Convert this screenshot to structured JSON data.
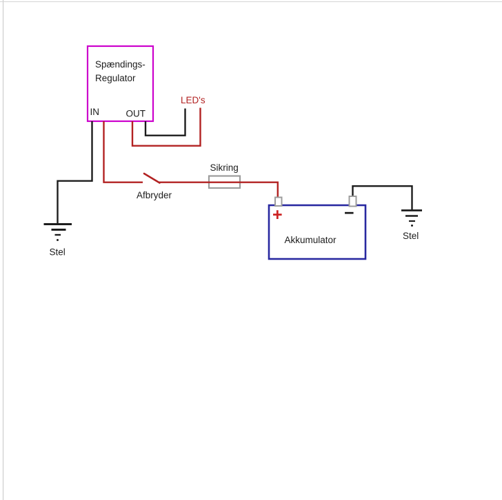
{
  "diagram": {
    "type": "circuit-schematic",
    "labels": {
      "regulator_line1": "Spændings-",
      "regulator_line2": "Regulator",
      "in": "IN",
      "out": "OUT",
      "leds": "LED's",
      "fuse": "Sikring",
      "switch": "Afbryder",
      "battery": "Akkumulator",
      "plus": "+",
      "minus": "−",
      "ground_left": "Stel",
      "ground_right": "Stel"
    },
    "colors": {
      "wire_black": "#1c1c1c",
      "wire_red": "#b22222",
      "accent_red": "#cc2222",
      "regulator_border": "#cc00cc",
      "battery_border": "#2828a0",
      "hardware_gray": "#9c9c9c",
      "frame_gray": "#c6c6c6"
    }
  }
}
